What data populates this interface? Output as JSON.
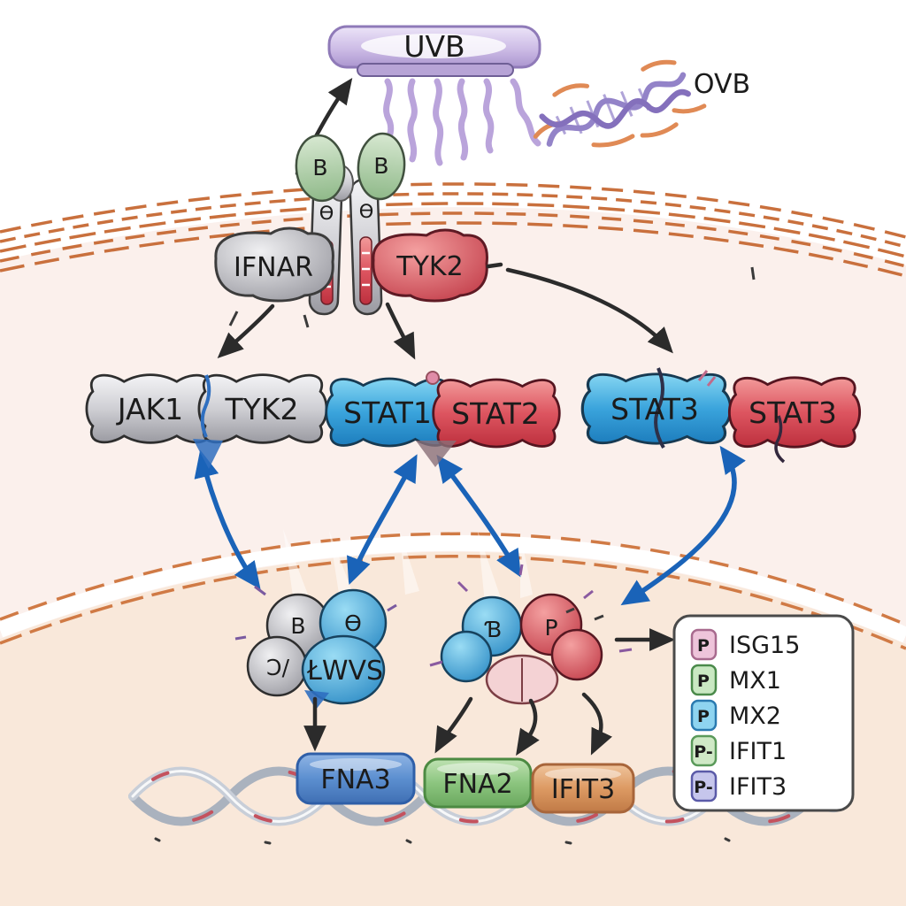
{
  "title": "UVB-induced interferon signaling pathway diagram",
  "uvb": {
    "label": "UVB"
  },
  "ovb": {
    "label": "OVB"
  },
  "receptor": {
    "ifnar_label": "IFNAR",
    "tyk2_label": "TYK2",
    "chain1_top_glyph": "B",
    "chain2_top_glyph": "B",
    "chain1_stem_glyph": "Ɵ",
    "chain2_stem_glyph": "Ɵ"
  },
  "dimers": {
    "jak1": "JAK1",
    "tyk2": "TYK2",
    "stat1": "STAT1",
    "stat2": "STAT2",
    "stat3_blue": "STAT3",
    "stat3_red": "STAT3"
  },
  "complex_left": {
    "glyph_top_left": "B",
    "glyph_top_right": "Ɵ",
    "glyph_bottom_left": "Ɔ/",
    "glyph_bottom_right": "ŁWVS"
  },
  "complex_right": {
    "glyph_blue": "Ɓ",
    "glyph_red": "P"
  },
  "gene_box": {
    "items": [
      {
        "icon": "P",
        "label": "ISG15",
        "icon_color": "#eec4da"
      },
      {
        "icon": "P",
        "label": "MX1",
        "icon_color": "#9ed79a"
      },
      {
        "icon": "P",
        "label": "MX2",
        "icon_color": "#66c4ea"
      },
      {
        "icon": "P-",
        "label": "IFIT1",
        "icon_color": "#b5e0ac"
      },
      {
        "icon": "P-",
        "label": "IFIT3",
        "icon_color": "#b4b4e4"
      }
    ]
  },
  "genes": {
    "gene1": "FNA3",
    "gene2": "FNA2",
    "gene3": "IFIT3"
  },
  "colors": {
    "uvb_pill": "#cdbce6",
    "uvb_pill_border": "#8f7ab8",
    "uv_ray": "#b39bd8",
    "membrane": "#c9703d",
    "cytoplasm": "#fbf0ec",
    "nucleus": "#f9e8da",
    "ifnar_blob": "#b9b9bf",
    "tyk2_blob": "#d5485a",
    "receptor_top": "#a9cba1",
    "jak_bone": "#c6c6cb",
    "stat_blue": "#2f9fd8",
    "stat_red": "#d84a54",
    "blue_arrow": "#1a63b8",
    "black_arrow": "#2b2b2b",
    "gene1_fill": "#5c8fd0",
    "gene2_fill": "#8cc57f",
    "gene3_fill": "#dd9a63",
    "dna_strand": "#b7bec9",
    "dna_accent": "#c4525e",
    "box_border": "#4a4a4a"
  }
}
